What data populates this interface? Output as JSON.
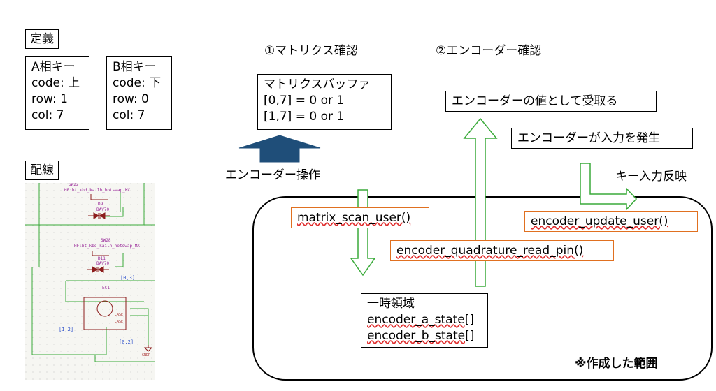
{
  "definition": {
    "title": "定義",
    "a_key": {
      "name": "A相キー",
      "code": "code: 上",
      "row": "row: 1",
      "col": "col: 7"
    },
    "b_key": {
      "name": "B相キー",
      "code": "code: 下",
      "row": "row: 0",
      "col": "col: 7"
    }
  },
  "wiring": {
    "title": "配線",
    "schematic": {
      "sw1_footprint": "HF:ht_kbd_kailh_hotswap_MX",
      "diode1_ref": "D9",
      "diode1_val": "BAV70",
      "sw2_ref": "SW28",
      "sw2_footprint": "HF:ht_kbd_kailh_hotswap_MX",
      "diode2_ref": "D11",
      "diode2_val": "BAV70",
      "net_03": "[0,3]",
      "enc_ref": "EC1",
      "case1": "CASE",
      "case2": "CASE",
      "net_12": "[1,2]",
      "net_02": "[0,2]",
      "gnd": "GNDR"
    }
  },
  "flow": {
    "step1": "①マトリクス確認",
    "step2": "②エンコーダー確認",
    "matrix_buffer": {
      "title": "マトリクスバッファ",
      "line1": "[0,7] = 0 or 1",
      "line2": "[1,7] = 0 or 1"
    },
    "encoder_op": "エンコーダー操作",
    "receive_value": "エンコーダーの値として受取る",
    "input_occur": "エンコーダーが入力を発生",
    "key_reflect": "キー入力反映",
    "matrix_scan": "matrix_scan_user()",
    "encoder_update": "encoder_update_user()",
    "encoder_read": "encoder_quadrature_read_pin()",
    "temp_area": {
      "title": "一時領域",
      "line1": "encoder_a_state[]",
      "line2": "encoder_b_state[]"
    },
    "scope_note": "※作成した範囲"
  }
}
